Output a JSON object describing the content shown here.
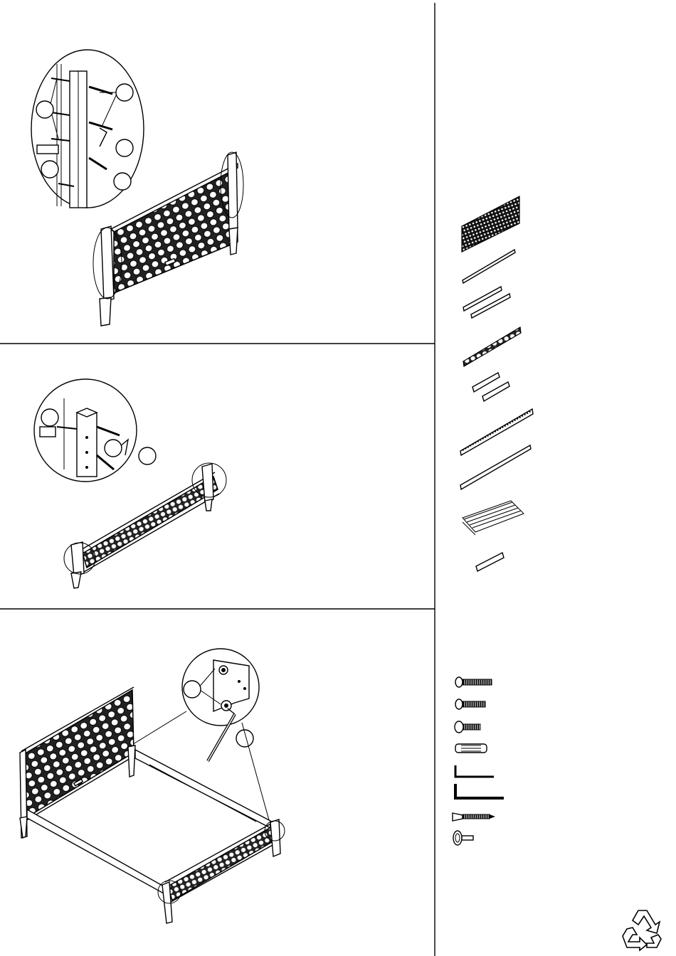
{
  "document": {
    "type": "assembly-instructions",
    "steps": [
      {
        "name": "headboard-assembly",
        "callouts": 5
      },
      {
        "name": "footboard-assembly",
        "callouts": 3
      },
      {
        "name": "frame-assembly",
        "callouts": 2
      }
    ],
    "parts_panel": {
      "components": [
        "headboard-panel",
        "long-rail",
        "short-rails",
        "footboard-panel",
        "side-blocks",
        "side-rail",
        "center-rail",
        "slats",
        "support-block"
      ],
      "hardware": [
        "long-bolt",
        "medium-bolt",
        "short-bolt",
        "wooden-dowel",
        "small-allen-key",
        "large-allen-key",
        "wood-screw",
        "adjustable-glide"
      ]
    },
    "recycle_symbol": true
  }
}
